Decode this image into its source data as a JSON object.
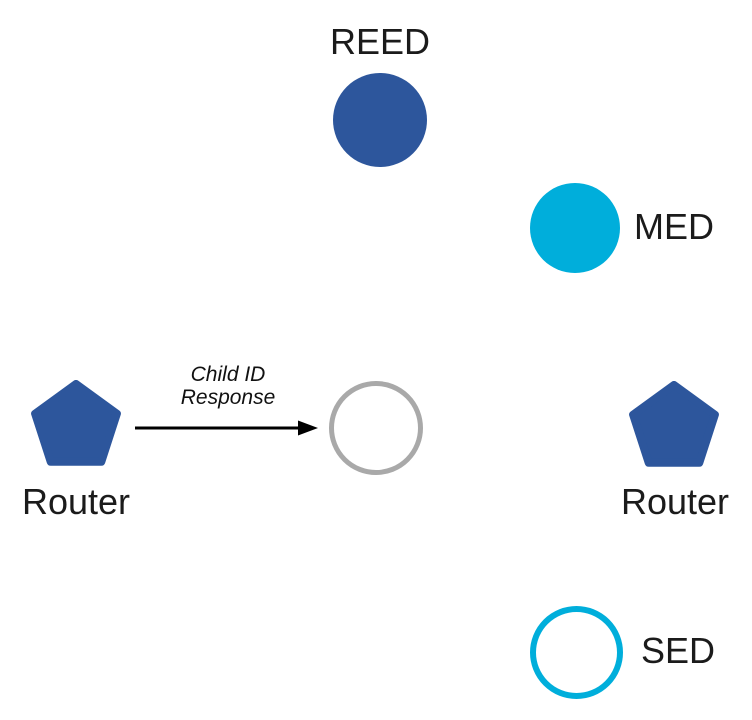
{
  "colors": {
    "node_blue": "#2d569c",
    "node_cyan": "#00aedb",
    "node_gray": "#a9a9a9",
    "edge_black": "#000000",
    "label_black": "#1b1b1b"
  },
  "nodes": {
    "reed": {
      "label": "REED",
      "shape": "filled-circle"
    },
    "med": {
      "label": "MED",
      "shape": "filled-circle"
    },
    "router_left": {
      "label": "Router",
      "shape": "pentagon"
    },
    "joining_child": {
      "label": "",
      "shape": "outlined-circle"
    },
    "router_right": {
      "label": "Router",
      "shape": "pentagon"
    },
    "sed": {
      "label": "SED",
      "shape": "outlined-circle"
    }
  },
  "edge": {
    "label_line1": "Child ID",
    "label_line2": "Response"
  }
}
